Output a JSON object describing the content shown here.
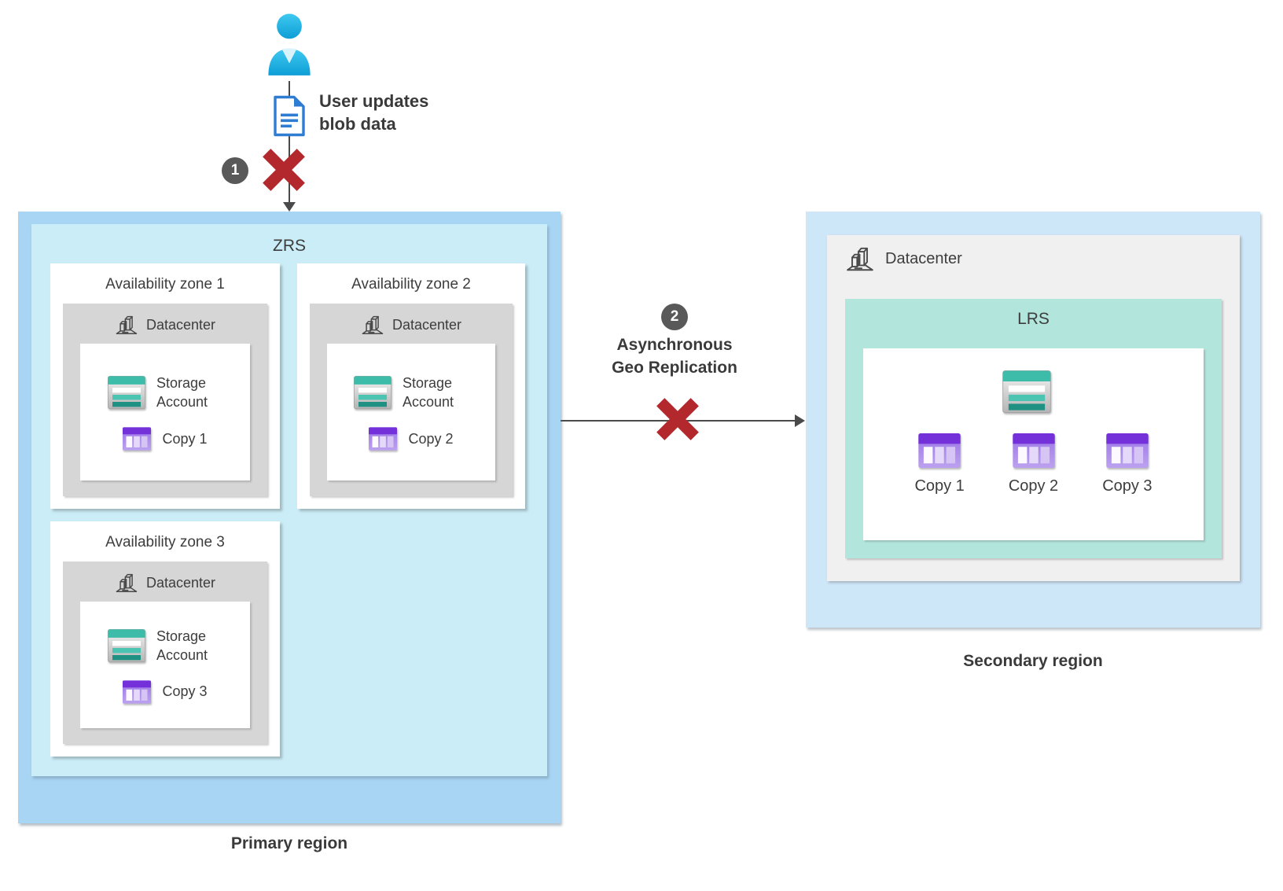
{
  "flow": {
    "step_badge": "1",
    "action_line1": "User updates",
    "action_line2": "blob data"
  },
  "primary": {
    "replication_type": "ZRS",
    "region_label": "Primary region",
    "zones": [
      {
        "title": "Availability zone 1",
        "datacenter_label": "Datacenter",
        "storage_label": "Storage Account",
        "copy_label": "Copy 1"
      },
      {
        "title": "Availability zone 2",
        "datacenter_label": "Datacenter",
        "storage_label": "Storage Account",
        "copy_label": "Copy 2"
      },
      {
        "title": "Availability zone 3",
        "datacenter_label": "Datacenter",
        "storage_label": "Storage Account",
        "copy_label": "Copy 3"
      }
    ]
  },
  "replication": {
    "step_badge": "2",
    "label_line1": "Asynchronous",
    "label_line2": "Geo Replication"
  },
  "secondary": {
    "datacenter_label": "Datacenter",
    "replication_type": "LRS",
    "storage_label": "Storage Account",
    "copies": [
      "Copy 1",
      "Copy 2",
      "Copy 3"
    ],
    "region_label": "Secondary region"
  },
  "icons": {
    "user": "user-person-icon",
    "document": "blob-document-icon",
    "failure": "red-x-failure-icon",
    "datacenter": "datacenter-building-icon",
    "storage_account": "storage-account-icon",
    "copy": "table-copy-icon"
  },
  "colors": {
    "primary_region_fill": "#A7D5F3",
    "zrs_fill": "#CBEDF7",
    "secondary_region_fill": "#CDE6F8",
    "availability_zone_fill": "#FFFFFF",
    "datacenter_fill_primary": "#D6D6D6",
    "datacenter_fill_secondary": "#F0F0F0",
    "lrs_fill": "#B2E5DB",
    "failure_red": "#B3282D",
    "badge_gray": "#595959",
    "storage_teal": "#3DBDA9",
    "copy_purple": "#7431D9",
    "arrow_gray": "#4A4A4A"
  }
}
